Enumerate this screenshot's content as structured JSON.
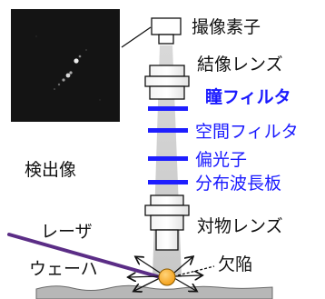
{
  "labels": {
    "sensor": "撮像素子",
    "imaging_lens": "結像レンズ",
    "pupil_filter": "瞳フィルタ",
    "spatial_filter": "空間フィルタ",
    "polarizer": "偏光子",
    "wave_plate": "分布波長板",
    "detected_image": "検出像",
    "objective_lens": "対物レンズ",
    "laser": "レーザ",
    "defect": "欠陥",
    "wafer": "ウェーハ"
  },
  "colors": {
    "blue_text": "#1a1aff",
    "filter_bar": "#1e1eff",
    "laser": "#5b2d86",
    "defect": "#f3a61c",
    "beam": "#cfcfcf"
  }
}
